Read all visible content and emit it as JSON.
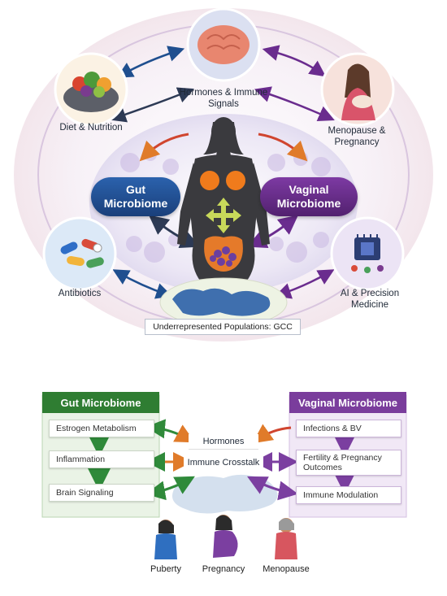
{
  "top": {
    "labels": {
      "hormones": "Hormones & Immune Signals",
      "diet": "Diet & Nutrition",
      "menopause": "Menopause & Pregnancy",
      "gut": "Gut Microbiome",
      "vaginal": "Vaginal Microbiome",
      "antibiotics": "Antibiotics",
      "ai": "AI & Precision Medicine",
      "populations": "Underrepresented Populations: GCC"
    }
  },
  "bottom": {
    "gut_panel": {
      "title": "Gut Microbiome",
      "items": [
        "Estrogen Metabolism",
        "Inflammation",
        "Brain Signaling"
      ]
    },
    "vaginal_panel": {
      "title": "Vaginal Microbiome",
      "items": [
        "Infections & BV",
        "Fertility & Pregnancy Outcomes",
        "Immune Modulation"
      ]
    },
    "center": {
      "hormones": "Hormones",
      "immune": "Immune Crosstalk"
    },
    "life_stages": [
      "Puberty",
      "Pregnancy",
      "Menopause"
    ]
  },
  "colors": {
    "gut_blue": "#1f4f8f",
    "vaginal_purple": "#6a2c8e",
    "gut_green": "#3f8f3a",
    "arrow_orange": "#e07b2a",
    "arrow_red": "#d0452f"
  }
}
